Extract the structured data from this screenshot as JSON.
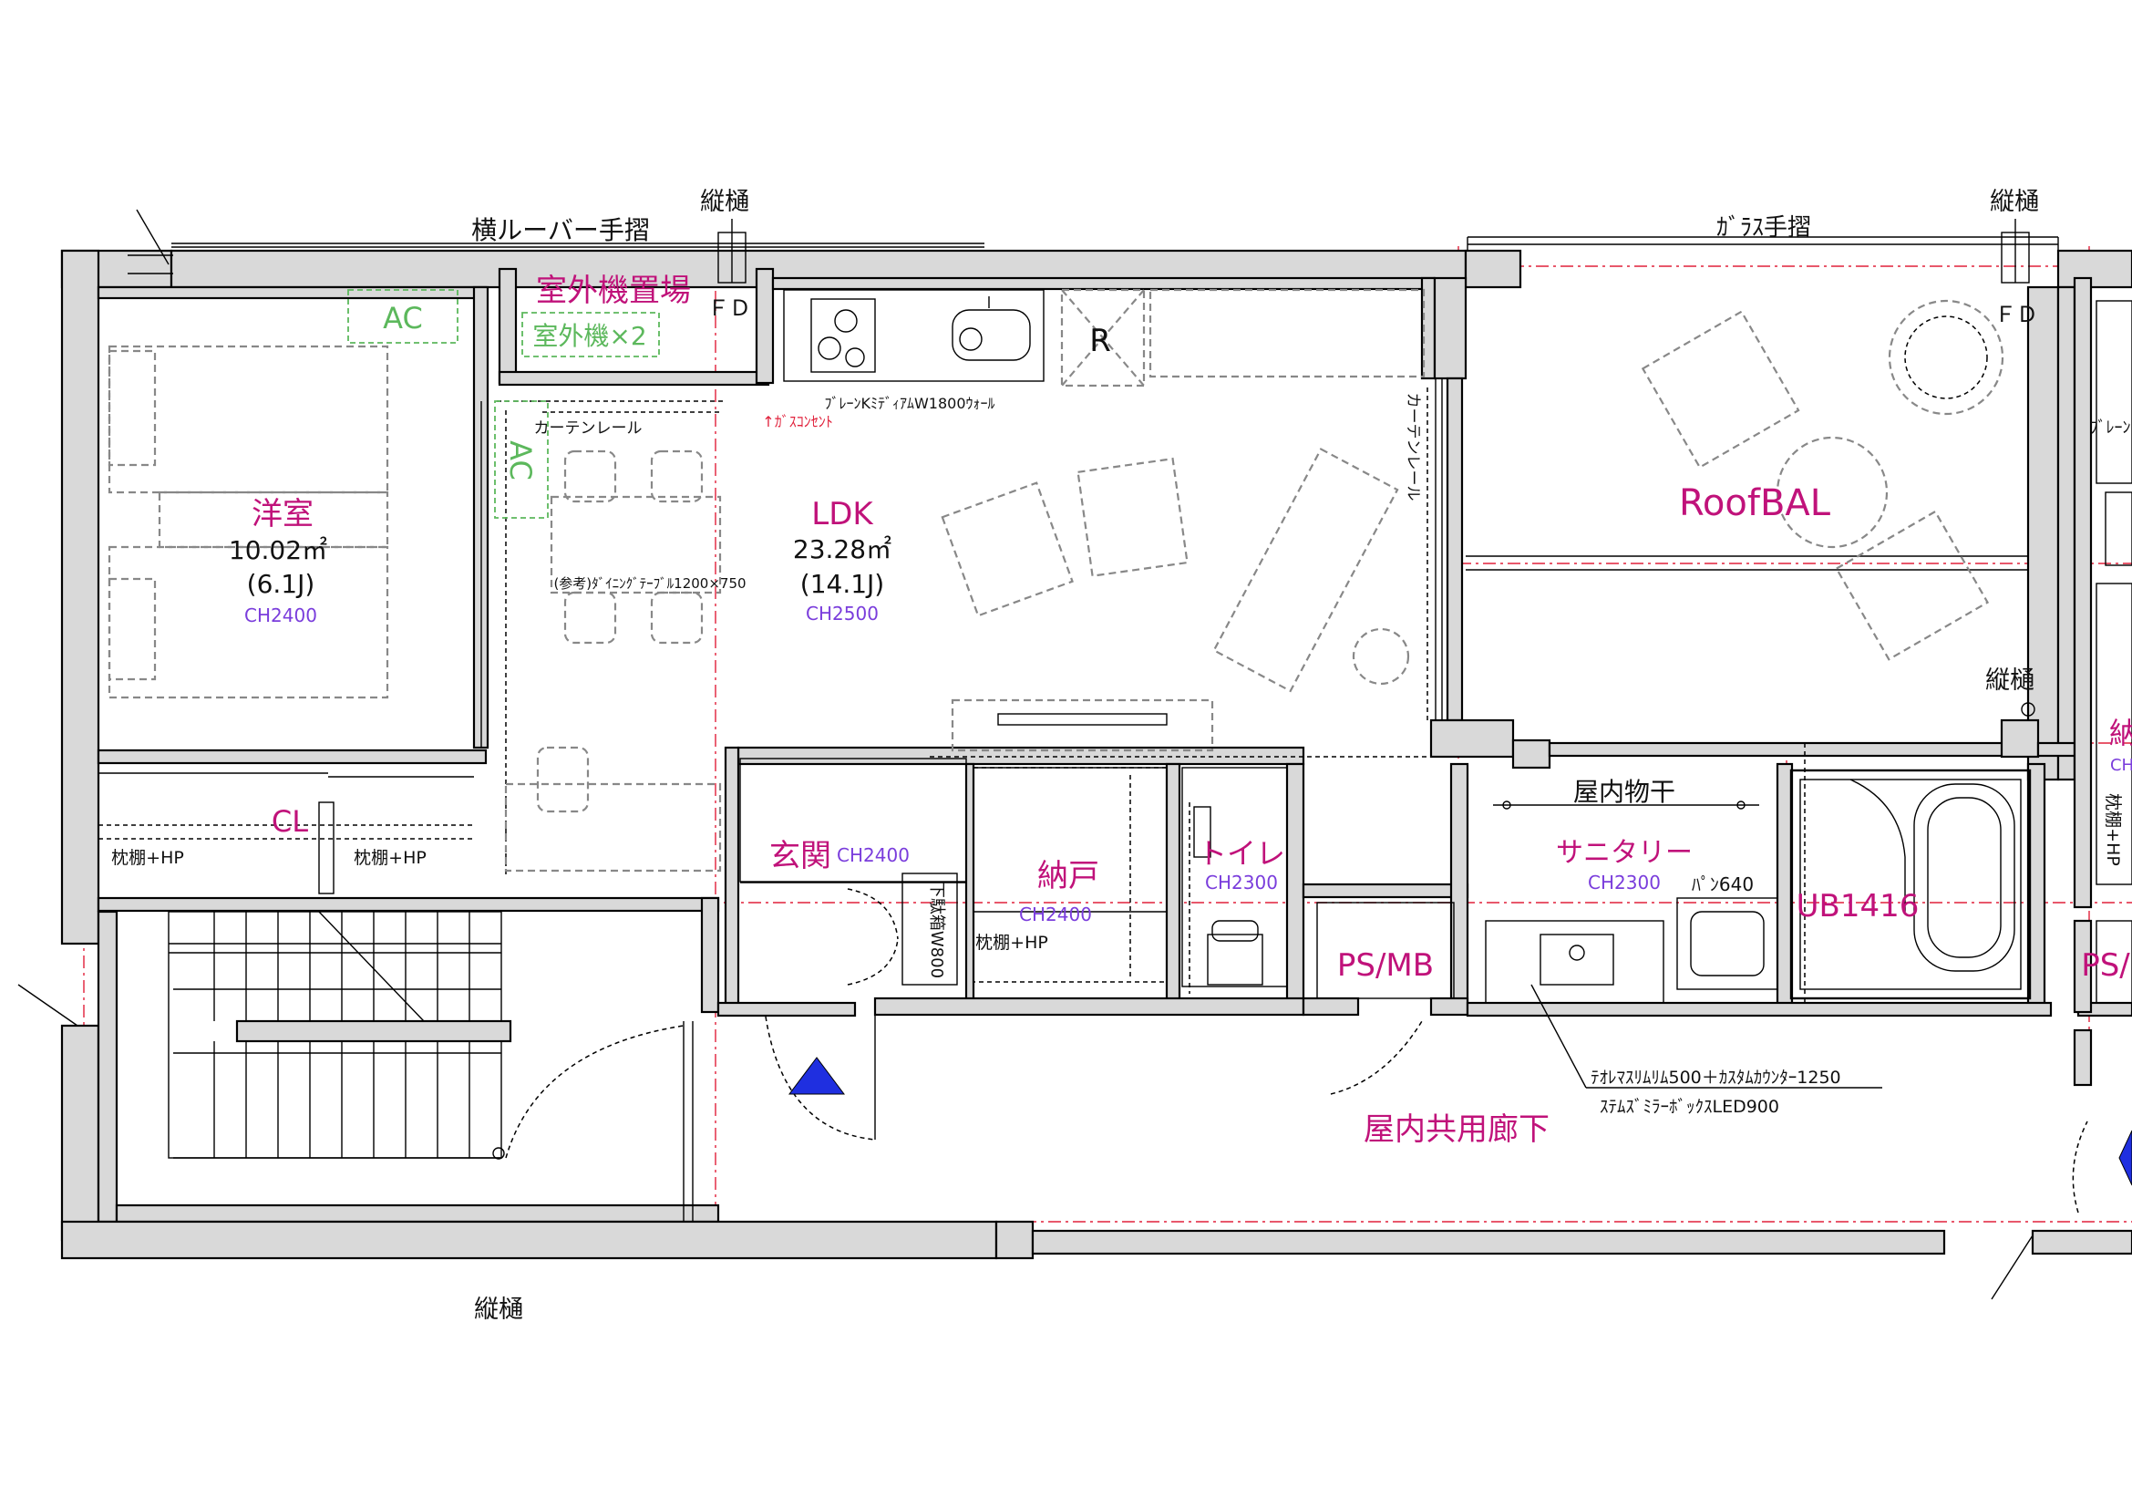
{
  "colors": {
    "room_label": "#c0127a",
    "ceiling": "#7a3ddc",
    "ac": "#5cb85c",
    "gas": "#e0203a",
    "entry_marker": "#1f2fe0"
  },
  "top_labels": {
    "drain_left": "縦樋",
    "louver_rail": "横ルーバー手摺",
    "glass_rail": "ｶﾞﾗｽ手摺",
    "drain_right": "縦樋",
    "fd_left": "ＦＤ",
    "fd_right": "ＦＤ"
  },
  "outdoor_unit": {
    "area": "室外機置場",
    "count": "室外機×2"
  },
  "ac": {
    "top": "AC",
    "side": "AC"
  },
  "kitchen": {
    "model": "ﾌﾞﾚｰﾝKﾐﾃﾞｨｱﾑW1800ｳｫｰﾙ",
    "gas": "↑ｶﾞｽｺﾝｾﾝﾄ",
    "fridge": "R"
  },
  "curtain": {
    "left": "カーテンレール",
    "right": "カーテンレール"
  },
  "western_room": {
    "name": "洋室",
    "area": "10.02㎡",
    "jo": "(6.1J)",
    "ch": "CH2400"
  },
  "ldk": {
    "name": "LDK",
    "area": "23.28㎡",
    "jo": "(14.1J)",
    "ch": "CH2500",
    "table": "(参考)ﾀﾞｲﾆﾝｸﾞﾃｰﾌﾞﾙ1200×750"
  },
  "roof_balcony": {
    "name": "RoofBAL",
    "drain": "縦樋"
  },
  "closet": {
    "name": "CL",
    "shelf_a": "枕棚+HP",
    "shelf_b": "枕棚+HP"
  },
  "entrance": {
    "name": "玄関",
    "ch": "CH2400",
    "shoe": "下駄箱W800"
  },
  "storage": {
    "name": "納戸",
    "ch": "CH2400",
    "shelf": "枕棚+HP"
  },
  "toilet": {
    "name": "トイレ",
    "ch": "CH2300"
  },
  "ps_mb": "PS/MB",
  "ps_right": "PS/",
  "laundry": "屋内物干",
  "sanitary": {
    "name": "サニタリー",
    "ch": "CH2300",
    "pan": "ﾊﾟﾝ640"
  },
  "bath": {
    "name": "UB1416"
  },
  "vanity_note": {
    "line1": "ﾃｵﾚﾏｽﾘﾑﾘﾑ500＋ｶｽﾀﾑｶｳﾝﾀｰ1250",
    "line2": "ｽﾃﾑｽﾞﾐﾗｰﾎﾞｯｸｽLED900"
  },
  "corridor": "屋内共用廊下",
  "bottom_drain": "縦樋",
  "neighbor": {
    "shelf": "枕棚+HP",
    "partial_brain": "ﾌﾞﾚｰﾝ",
    "partial_storage": "納",
    "partial_ch": "CH"
  }
}
